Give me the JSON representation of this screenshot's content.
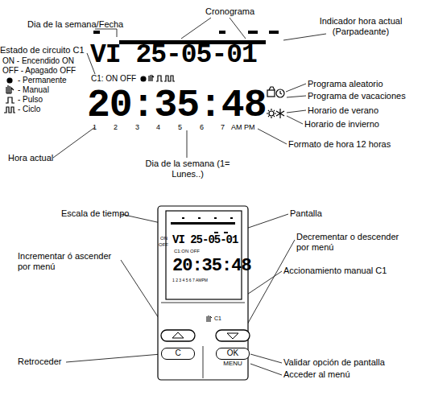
{
  "diagram": {
    "nodes": [
      {
        "text": [
          "C"
        ]
      },
      {
        "text": [
          "OK",
          "MENU"
        ]
      }
    ],
    "labels": [
      "Cronograma",
      "Dia de la semana/Fecha",
      "Indicador hora actual (Parpadeante)",
      "Estado de circuito C1",
      "ON - Encendido ON",
      "OFF - Apagado OFF",
      "- Permanente",
      "- Manual",
      "- Pulso",
      "- Ciclo",
      "VI 25-05-01",
      "C1: ON OFF",
      "20:35:48",
      "1",
      "2",
      "3",
      "4",
      "5",
      "6",
      "7",
      "AM",
      "PM",
      "Hora actual",
      "Programa aleatorio",
      "Programa de vacaciones",
      "Horario de verano",
      "Horario de invierno",
      "Formato de hora 12 horas",
      "Dia de la semana (1= Lunes..)",
      "Escala de tiempo",
      "Pantalla",
      "Decrementar o descender por menú",
      "Incrementar ó ascender por menú",
      "Accionamiento manual C1",
      "Retroceder",
      "Validar opción de pantalla",
      "Acceder al menú",
      "ON",
      "OFF",
      "VI 25-05-01",
      "C1:ON OFF",
      "20:35:48",
      "1 2 3 4 5 6 7 AMPM",
      "C1"
    ]
  }
}
